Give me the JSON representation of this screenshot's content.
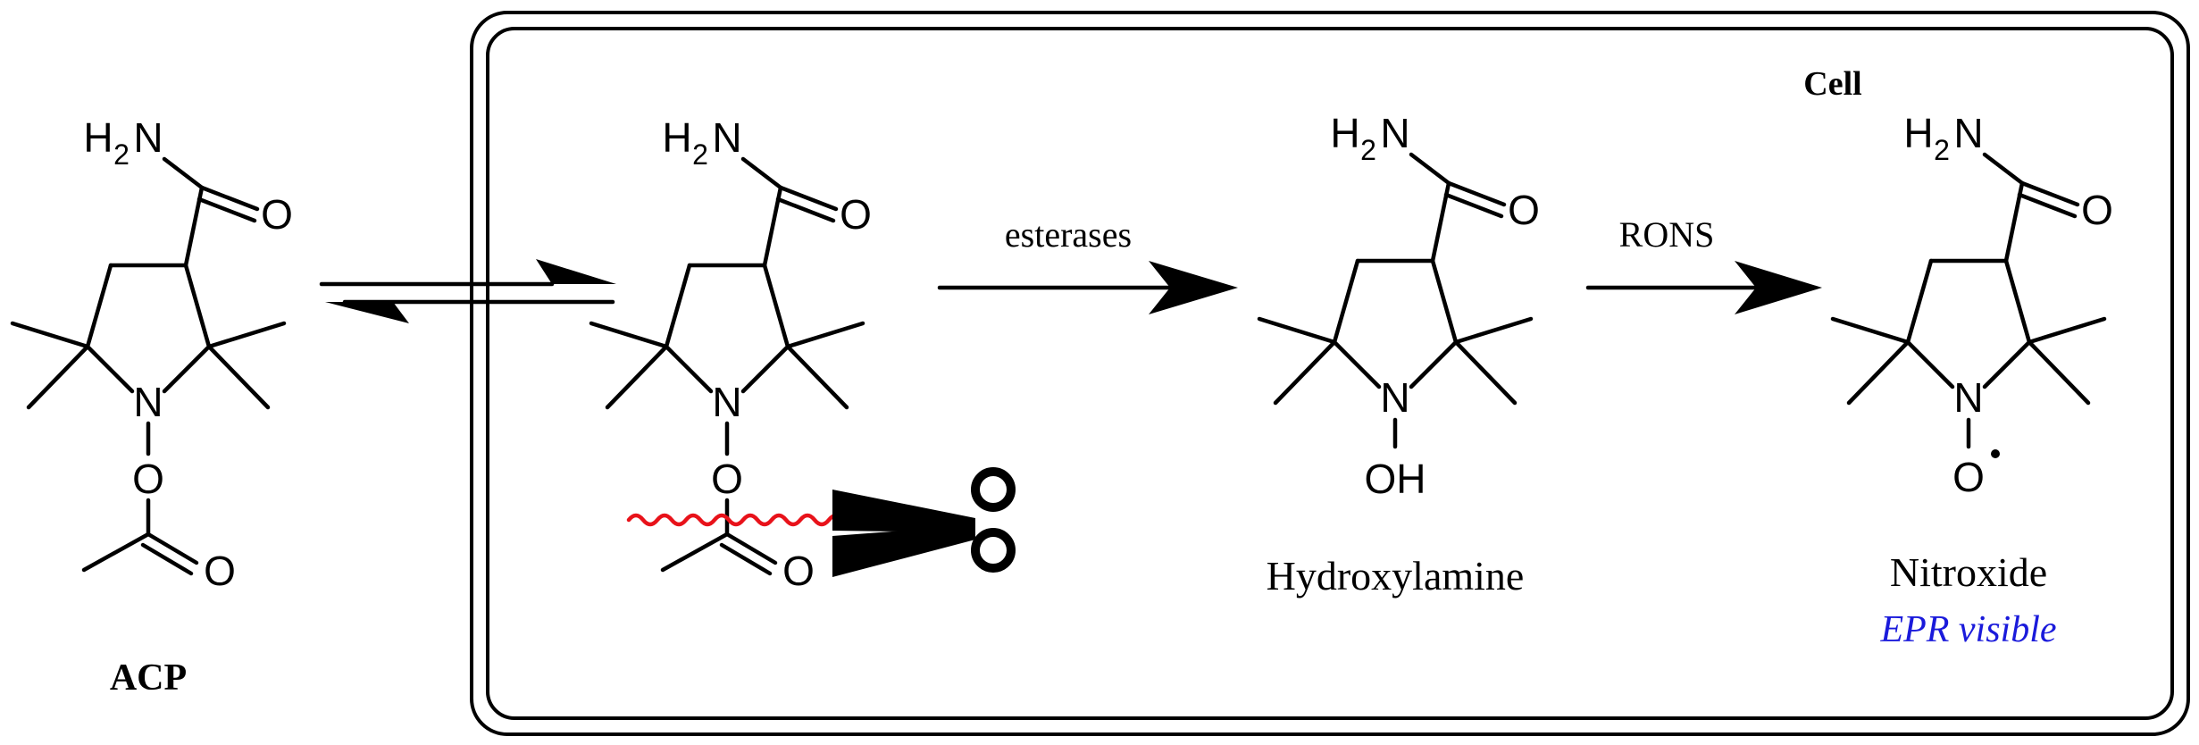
{
  "cell_label": "Cell",
  "atoms": {
    "N": "N",
    "O": "O",
    "H": "H",
    "H2": "H",
    "two": "2",
    "OH": "OH"
  },
  "compounds": {
    "acp": {
      "label": "ACP"
    },
    "hydroxylamine": {
      "label": "Hydroxylamine"
    },
    "nitroxide": {
      "label": "Nitroxide",
      "note": "EPR visible"
    }
  },
  "steps": {
    "esterases": {
      "label": "esterases"
    },
    "rons": {
      "label": "RONS"
    }
  },
  "colors": {
    "ink": "#000000",
    "cleavage": "#e8121a",
    "epr_note": "#1a1adb"
  },
  "icons": {
    "cleavage": "scissors-icon",
    "equilibrium": "equilibrium-arrows-icon"
  }
}
